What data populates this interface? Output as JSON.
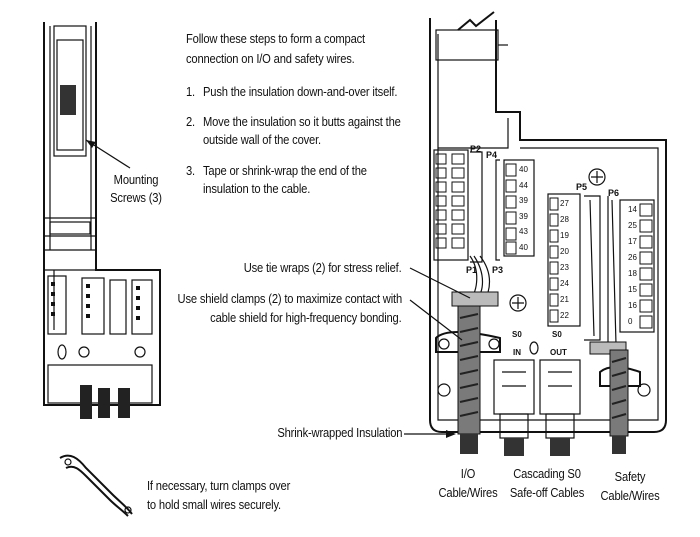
{
  "instructions": {
    "intro_line1": "Follow these steps to form a compact",
    "intro_line2": "connection on I/O and safety wires.",
    "step1_num": "1.",
    "step1": "Push the insulation down-and-over itself.",
    "step2_num": "2.",
    "step2_line1": "Move the insulation so it butts against the",
    "step2_line2": "outside wall of the cover.",
    "step3_num": "3.",
    "step3_line1": "Tape or shrink-wrap the end of the",
    "step3_line2": "insulation to the cable."
  },
  "callouts": {
    "mounting_line1": "Mounting",
    "mounting_line2": "Screws (3)",
    "tie_wraps": "Use tie wraps (2) for stress relief.",
    "shield_line1": "Use shield clamps (2) to maximize contact with",
    "shield_line2": "cable shield for high-frequency bonding.",
    "shrink": "Shrink-wrapped Insulation",
    "clamp_line1": "If necessary, turn clamps over",
    "clamp_line2": "to hold small wires securely."
  },
  "cables": {
    "io_line1": "I/O",
    "io_line2": "Cable/Wires",
    "casc_line1": "Cascading S0",
    "casc_line2": "Safe-off Cables",
    "safety_line1": "Safety",
    "safety_line2": "Cable/Wires"
  },
  "connectors": {
    "p1": "P1",
    "p2": "P2",
    "p3": "P3",
    "p4": "P4",
    "p5": "P5",
    "p6": "P6",
    "s0_in_a": "S0",
    "s0_in_b": "IN",
    "s0_out_a": "S0",
    "s0_out_b": "OUT",
    "p4_pins": [
      "40",
      "44",
      "39",
      "39",
      "43",
      "40"
    ],
    "p5_pins": [
      "27",
      "28",
      "19",
      "20",
      "23",
      "24",
      "21",
      "22"
    ],
    "p6_pins": [
      "14",
      "25",
      "17",
      "26",
      "18",
      "15",
      "16",
      "0"
    ]
  }
}
